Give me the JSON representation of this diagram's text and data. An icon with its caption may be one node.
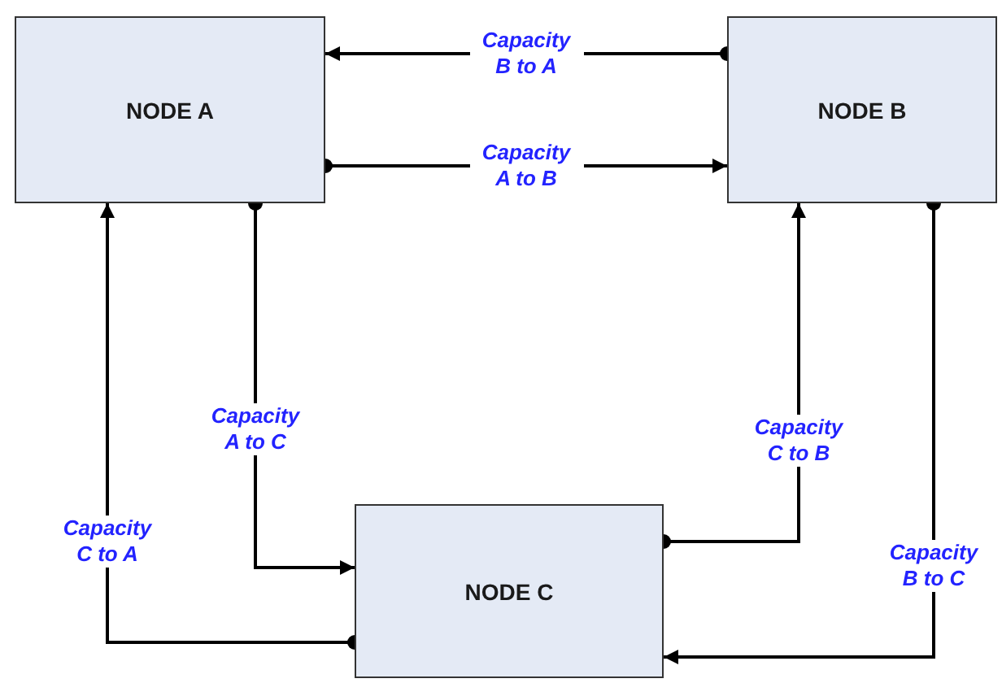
{
  "diagram": {
    "nodes": [
      {
        "text": [
          "NODE A"
        ]
      },
      {
        "text": [
          "NODE B"
        ]
      },
      {
        "text": [
          "NODE C"
        ]
      }
    ],
    "edges": [
      {
        "from": 1,
        "to": 0,
        "arrow": "to",
        "label": "Capacity B to A"
      },
      {
        "from": 0,
        "to": 1,
        "arrow": "to",
        "label": "Capacity A to B"
      },
      {
        "from": 0,
        "to": 2,
        "arrow": "to",
        "label": "Capacity A to C"
      },
      {
        "from": 2,
        "to": 0,
        "arrow": "to",
        "label": "Capacity C to A"
      },
      {
        "from": 2,
        "to": 1,
        "arrow": "to",
        "label": "Capacity C to B"
      },
      {
        "from": 1,
        "to": 2,
        "arrow": "to",
        "label": "Capacity B to C"
      }
    ]
  }
}
